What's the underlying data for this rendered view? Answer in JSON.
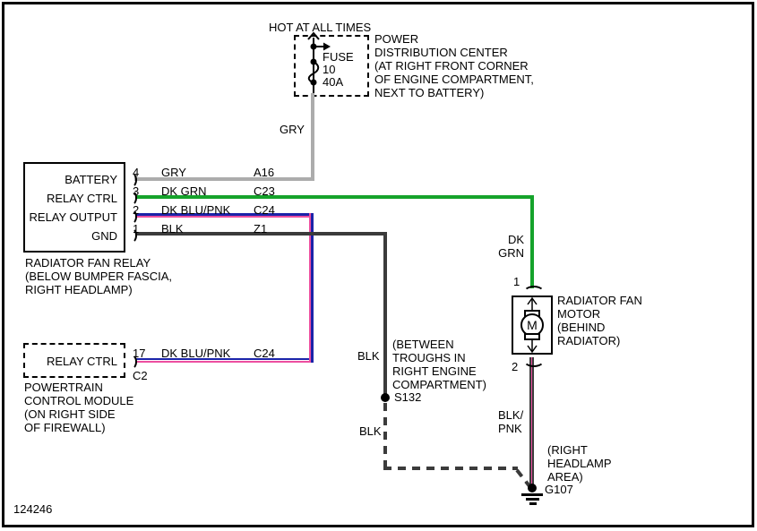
{
  "colors": {
    "gry": "#ACACAC",
    "dk_grn": "#15A32B",
    "dk_blu": "#1B23A9",
    "pnk": "#EC4FA0",
    "blk": "#3B3B3B"
  },
  "diagram_number": "124246",
  "power_center": {
    "hot_label": "HOT AT ALL TIMES",
    "fuse_label": "FUSE\n10\n40A",
    "location_note": "POWER\nDISTRIBUTION CENTER\n(AT RIGHT FRONT CORNER\nOF ENGINE COMPARTMENT,\nNEXT TO BATTERY)"
  },
  "relay": {
    "pins": [
      {
        "pin": "4",
        "label": "BATTERY",
        "wire": "GRY",
        "circuit": "A16"
      },
      {
        "pin": "3",
        "label": "RELAY CTRL",
        "wire": "DK GRN",
        "circuit": "C23"
      },
      {
        "pin": "2",
        "label": "RELAY OUTPUT",
        "wire": "DK BLU/PNK",
        "circuit": "C24"
      },
      {
        "pin": "1",
        "label": "GND",
        "wire": "BLK",
        "circuit": "Z1"
      }
    ],
    "caption": "RADIATOR FAN RELAY\n(BELOW BUMPER FASCIA,\nRIGHT HEADLAMP)"
  },
  "pcm": {
    "pin": "17",
    "label": "RELAY CTRL",
    "wire": "DK BLU/PNK",
    "circuit": "C24",
    "connector": "C2",
    "caption": "POWERTRAIN\nCONTROL MODULE\n(ON RIGHT SIDE\nOF FIREWALL)"
  },
  "motor": {
    "symbol": "M",
    "pin_top": "1",
    "pin_bottom": "2",
    "caption": "RADIATOR FAN\nMOTOR\n(BEHIND\nRADIATOR)"
  },
  "wire_labels": {
    "gry": "GRY",
    "dk_grn": "DK\nGRN",
    "blk_upper": "BLK",
    "blk_lower": "BLK",
    "blk_pnk": "BLK/\nPNK"
  },
  "splice": {
    "id": "S132",
    "note": "(BETWEEN\nTROUGHS IN\nRIGHT ENGINE\nCOMPARTMENT)"
  },
  "ground": {
    "id": "G107",
    "note": "(RIGHT\nHEADLAMP\nAREA)"
  }
}
